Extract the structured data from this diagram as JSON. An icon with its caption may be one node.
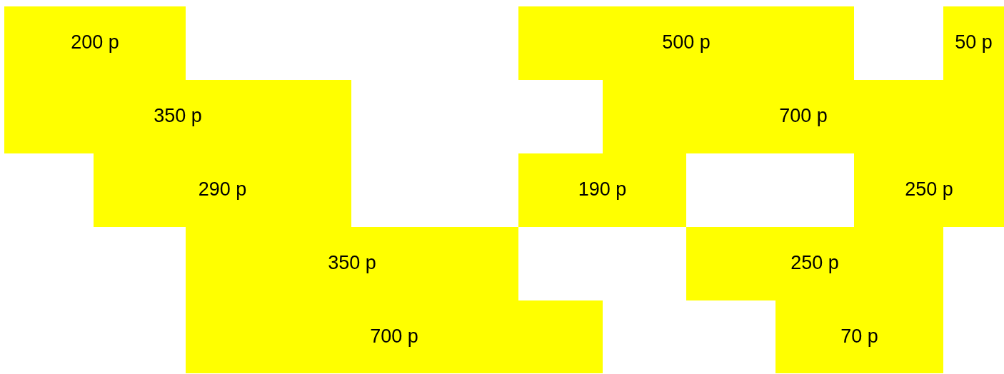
{
  "diagram": {
    "nodes": [
      {
        "text": [
          "200 p"
        ]
      },
      {
        "text": [
          "500 p"
        ]
      },
      {
        "text": [
          "50 p"
        ]
      },
      {
        "text": [
          "350 p"
        ]
      },
      {
        "text": [
          "700 p"
        ]
      },
      {
        "text": [
          "290 p"
        ]
      },
      {
        "text": [
          "190 p"
        ]
      },
      {
        "text": [
          "250 p"
        ]
      },
      {
        "text": [
          "350 p"
        ]
      },
      {
        "text": [
          "250 p"
        ]
      },
      {
        "text": [
          "700 p"
        ]
      },
      {
        "text": [
          "70 p"
        ]
      }
    ]
  }
}
